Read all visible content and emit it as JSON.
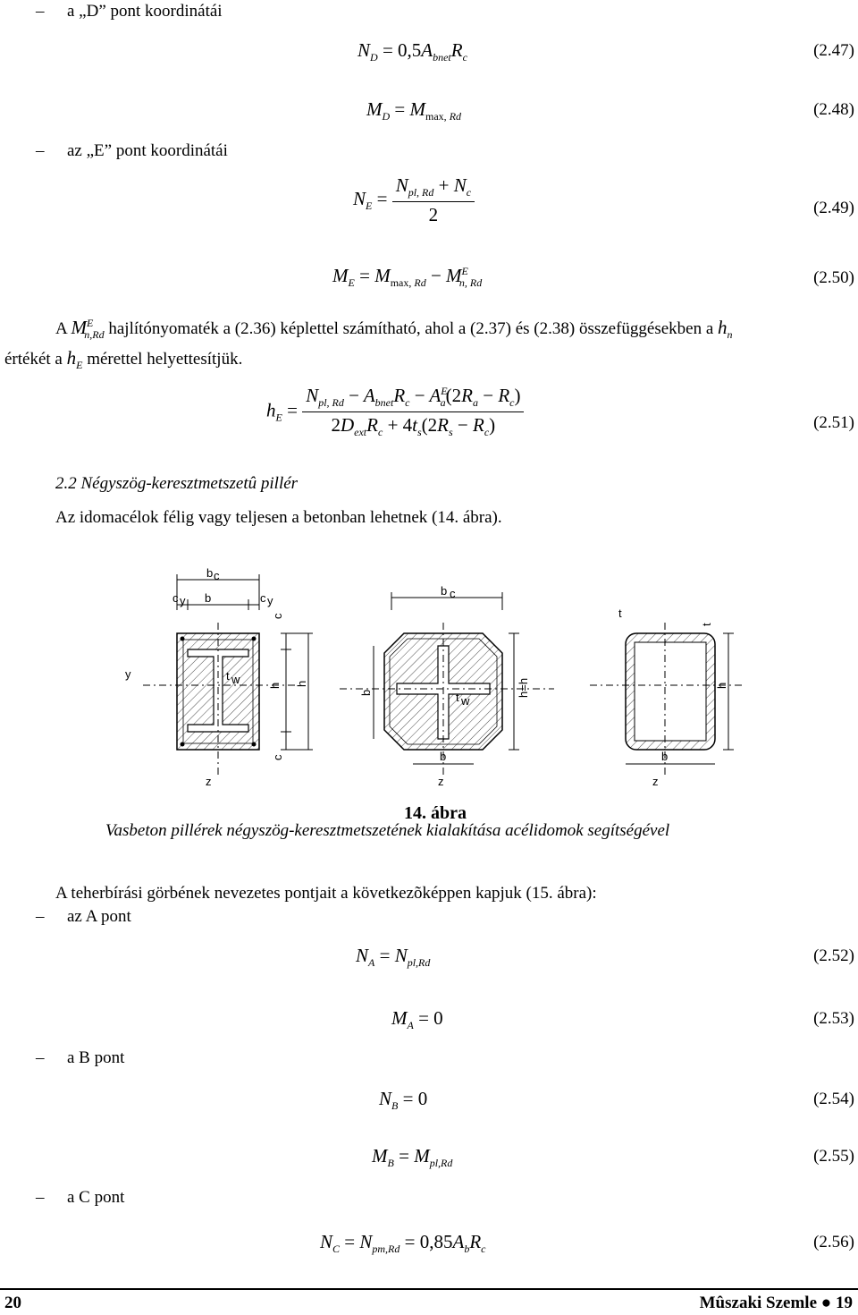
{
  "items": {
    "d_point": "a „D” pont koordinátái",
    "e_point": "az „E” pont koordinátái",
    "a_point": "az A pont",
    "b_point": "a B pont",
    "c_point": "a C pont"
  },
  "equations": {
    "eq247": "(2.47)",
    "eq248": "(2.48)",
    "eq249": "(2.49)",
    "eq250": "(2.50)",
    "eq251": "(2.51)",
    "eq252": "(2.52)",
    "eq253": "(2.53)",
    "eq254": "(2.54)",
    "eq255": "(2.55)",
    "eq256": "(2.56)"
  },
  "paragraph": {
    "p1_start": "A",
    "p1_mid": "hajlítónyomaték a (2.36) képlettel számítható, ahol a (2.37) és (2.38) összefüggésekben a",
    "p2_start": "értékét a",
    "p2_end": "mérettel helyettesítjük."
  },
  "section": {
    "heading": "2.2 Négyszög-keresztmetszetû pillér",
    "intro": "Az idomacélok félig vagy teljesen a betonban lehetnek (14. ábra)."
  },
  "figure": {
    "number": "14. ábra",
    "caption": "Vasbeton pillérek négyszög-keresztmetszetének kialakítása acélidomok segítségével"
  },
  "body2": {
    "intro": "A teherbírási görbének nevezetes pontjait a következõképpen kapjuk (15. ábra):"
  },
  "footer": {
    "page": "20",
    "journal": "Mûszaki Szemle ● 19"
  }
}
